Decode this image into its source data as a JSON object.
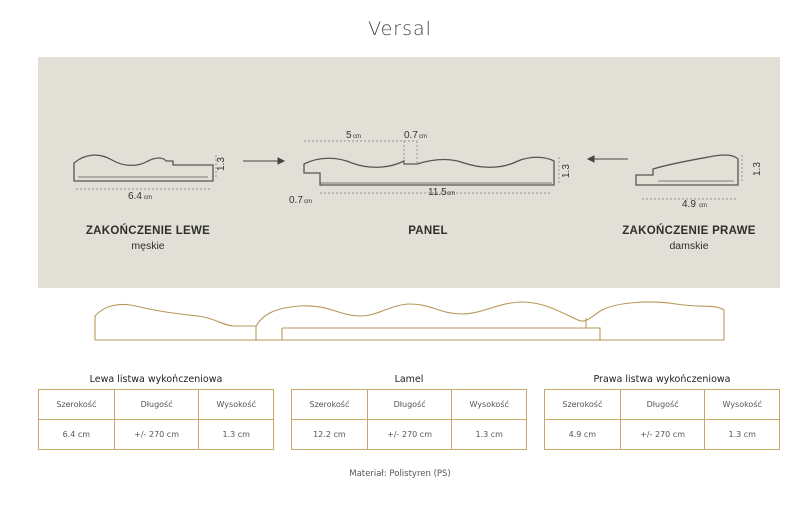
{
  "title": "Versal",
  "diagram": {
    "left_end": {
      "name": "ZAKOŃCZENIE LEWE",
      "subtitle": "męskie",
      "width": "6.4",
      "height": "1.3"
    },
    "panel": {
      "name": "PANEL",
      "wave": "5",
      "gap": "0.7",
      "width": "11.5",
      "height": "1.3",
      "lip": "0.7"
    },
    "right_end": {
      "name": "ZAKOŃCZENIE PRAWE",
      "subtitle": "damskie",
      "width": "4.9",
      "height": "1.3"
    },
    "unit": "cm"
  },
  "tables": [
    {
      "title": "Lewa listwa wykończeniowa",
      "headers": [
        "Szerokość",
        "Długość",
        "Wysokość"
      ],
      "values": [
        "6.4 cm",
        "+/- 270 cm",
        "1.3 cm"
      ]
    },
    {
      "title": "Lamel",
      "headers": [
        "Szerokość",
        "Długość",
        "Wysokość"
      ],
      "values": [
        "12.2 cm",
        "+/- 270 cm",
        "1.3 cm"
      ]
    },
    {
      "title": "Prawa listwa wykończeniowa",
      "headers": [
        "Szerokość",
        "Długość",
        "Wysokość"
      ],
      "values": [
        "4.9 cm",
        "+/- 270 cm",
        "1.3 cm"
      ]
    }
  ],
  "footer": "Materiał: Polistyren (PS)",
  "colors": {
    "panel_bg": "#e2e0d6",
    "gold": "#c8a96a",
    "profile_line": "#b8975a"
  }
}
